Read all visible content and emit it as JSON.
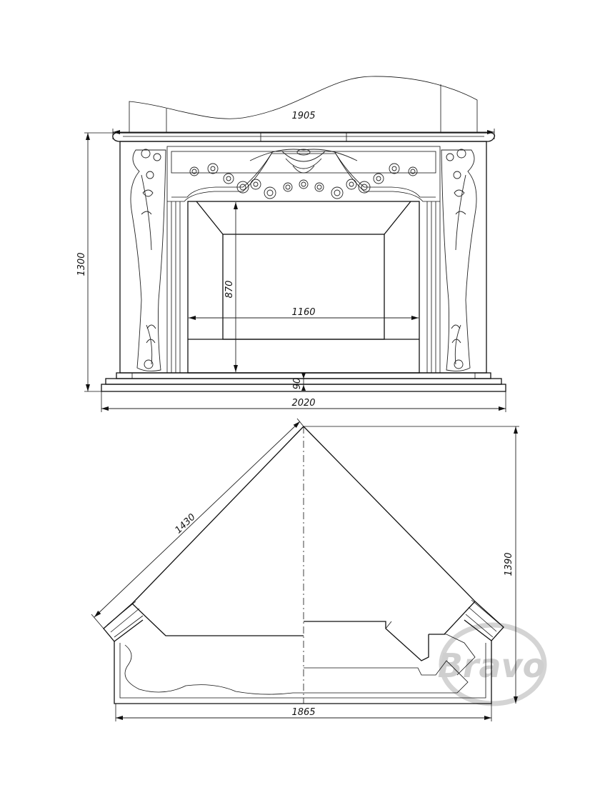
{
  "front_view": {
    "dimensions": {
      "mantel_width": "1905",
      "total_height": "1300",
      "firebox_height": "870",
      "firebox_width": "1160",
      "base_height": "90",
      "base_width": "2020"
    }
  },
  "plan_view": {
    "dimensions": {
      "side_length": "1430",
      "depth": "1390",
      "width": "1865"
    }
  },
  "watermark": {
    "text": "Bravo",
    "color": "#cfcfcf"
  }
}
